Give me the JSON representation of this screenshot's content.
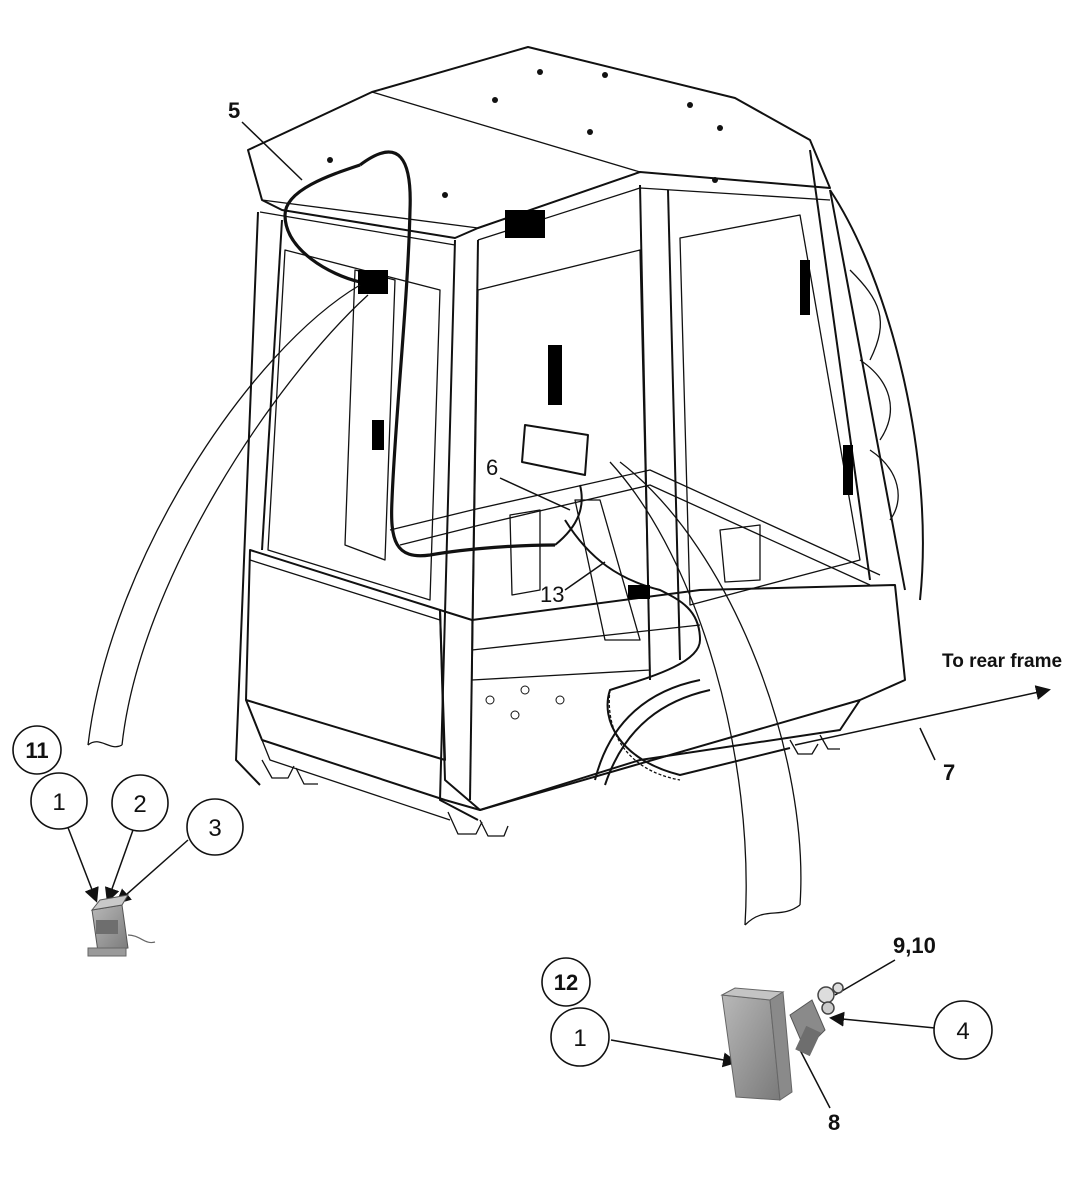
{
  "callouts": {
    "c5": "5",
    "c6": "6",
    "c13": "13",
    "c7": "7",
    "c8": "8",
    "c910": "9,10",
    "b11": "11",
    "b12": "12",
    "a1": "1",
    "a2": "2",
    "a3": "3",
    "b1": "1",
    "b4": "4"
  },
  "rear_frame_label": "To rear frame",
  "colors": {
    "line": "#111111",
    "component_fill": "#9a9a9a",
    "component_dark": "#6e6e6e"
  }
}
